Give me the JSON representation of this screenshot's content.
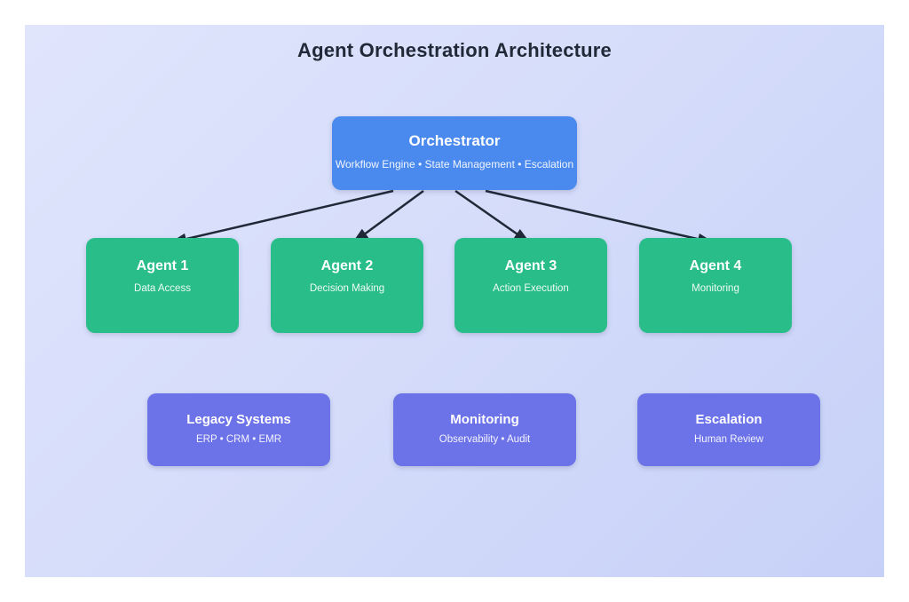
{
  "title": "Agent Orchestration Architecture",
  "colors": {
    "background_start": "#e0e5fc",
    "background_end": "#c7d1f8",
    "orchestrator_fill": "#4a89ee",
    "agent_fill": "#29bd8a",
    "subsystem_fill": "#6c72e8",
    "arrow": "#1f2937",
    "title_text": "#1f2937"
  },
  "orchestrator": {
    "title": "Orchestrator",
    "subtitle": "Workflow Engine • State Management • Escalation"
  },
  "agents": [
    {
      "title": "Agent 1",
      "subtitle": "Data Access"
    },
    {
      "title": "Agent 2",
      "subtitle": "Decision Making"
    },
    {
      "title": "Agent 3",
      "subtitle": "Action Execution"
    },
    {
      "title": "Agent 4",
      "subtitle": "Monitoring"
    }
  ],
  "subsystems": [
    {
      "title": "Legacy Systems",
      "subtitle": "ERP • CRM • EMR"
    },
    {
      "title": "Monitoring",
      "subtitle": "Observability • Audit"
    },
    {
      "title": "Escalation",
      "subtitle": "Human Review"
    }
  ],
  "edges": [
    {
      "from": "Orchestrator",
      "to": "Agent 1"
    },
    {
      "from": "Orchestrator",
      "to": "Agent 2"
    },
    {
      "from": "Orchestrator",
      "to": "Agent 3"
    },
    {
      "from": "Orchestrator",
      "to": "Agent 4"
    }
  ]
}
